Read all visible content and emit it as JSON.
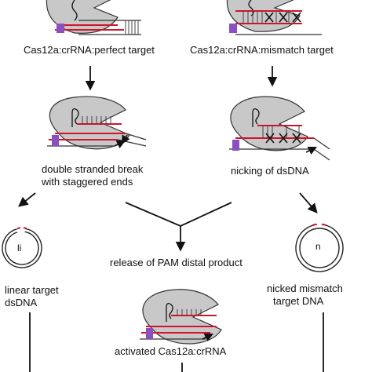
{
  "labels": {
    "perfect_target": "Cas12a:crRNA:perfect target",
    "mismatch_target": "Cas12a:crRNA:mismatch target",
    "double_break_1": "double stranded break",
    "double_break_2": "with staggered ends",
    "nicking": "nicking of dsDNA",
    "release": "release of PAM distal product",
    "linear_1": "linear target",
    "linear_2": "dsDNA",
    "nicked_1": "nicked mismatch",
    "nicked_2": "target DNA",
    "activated": "activated Cas12a:crRNA",
    "circle_left": "li",
    "circle_right": "n"
  },
  "colors": {
    "protein": "#c8c8c8",
    "dna": "#444444",
    "rna": "#d0142c",
    "pam": "#8a4fc0",
    "arrow": "#111111"
  }
}
